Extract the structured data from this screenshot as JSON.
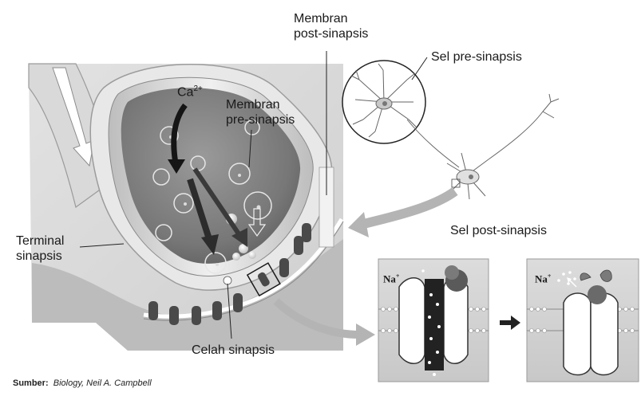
{
  "labels": {
    "ca": "Ca",
    "ca_sup": "2+",
    "membran_post_line1": "Membran",
    "membran_post_line2": "post-sinapsis",
    "membran_pre_line1": "Membran",
    "membran_pre_line2": "pre-sinapsis",
    "sel_pre": "Sel pre-sinapsis",
    "sel_post": "Sel post-sinapsis",
    "terminal_line1": "Terminal",
    "terminal_line2": "sinapsis",
    "celah": "Celah sinapsis",
    "na_left": "Na",
    "na_right": "Na",
    "na_sup": "+"
  },
  "source": {
    "label": "Sumber:",
    "text": "Biology, Neil A. Campbell"
  },
  "colors": {
    "background": "#ffffff",
    "panel_gray": "#d2d2d2",
    "dark": "#3a3a3a",
    "arrow_gray": "#a8a8a8",
    "text": "#1a1a1a"
  },
  "icons": [
    "receptor-channel-icon",
    "neurotransmitter-vesicle-icon",
    "neuron-icon"
  ]
}
